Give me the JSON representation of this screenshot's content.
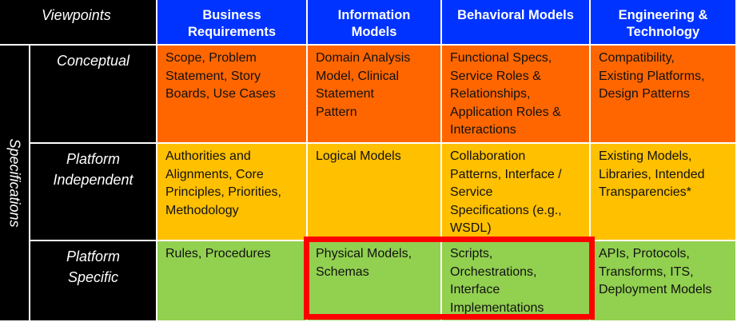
{
  "corner_label": "Viewpoints",
  "side_label": "Specifications",
  "columns": [
    "Business\nRequirements",
    "Information\nModels",
    "Behavioral Models",
    "Engineering &\nTechnology"
  ],
  "rows": [
    {
      "label": "Conceptual",
      "cells": [
        "Scope, Problem\nStatement, Story\nBoards, Use Cases",
        "Domain Analysis\nModel, Clinical\nStatement\nPattern",
        "Functional Specs,\nService Roles &\nRelationships,\nApplication Roles &\nInteractions",
        "Compatibility,\nExisting Platforms,\nDesign Patterns"
      ]
    },
    {
      "label": "Platform\nIndependent",
      "cells": [
        "Authorities and\nAlignments,  Core\nPrinciples, Priorities,\nMethodology",
        "Logical Models",
        "Collaboration\nPatterns, Interface /\nService\nSpecifications  (e.g.,\nWSDL)",
        "Existing Models,\nLibraries, Intended\nTransparencies*"
      ]
    },
    {
      "label": "Platform\nSpecific",
      "cells": [
        "Rules, Procedures",
        "Physical Models,\nSchemas",
        "Scripts,\nOrchestrations,\nInterface\nImplementations",
        "APIs, Protocols,\nTransforms, ITS,\nDeployment Models"
      ]
    }
  ],
  "colors": {
    "header_blue": "#0033ff",
    "label_black": "#000000",
    "conceptual_orange": "#ff6600",
    "independent_yellow": "#ffc000",
    "specific_green": "#92d050",
    "highlight_red": "#ff0000"
  }
}
